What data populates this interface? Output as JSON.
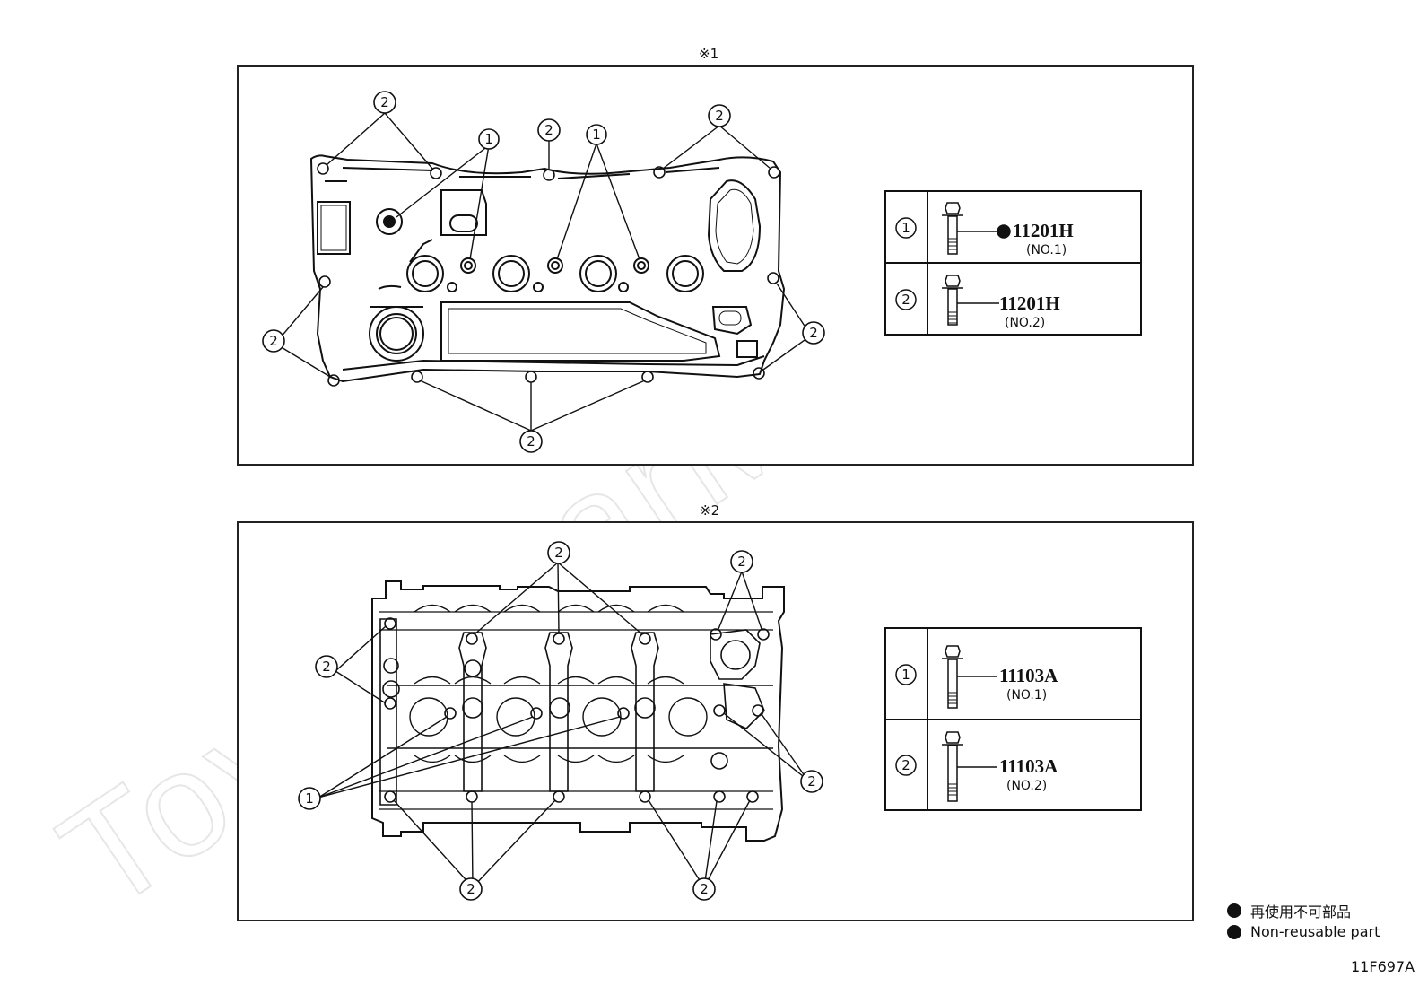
{
  "panels": [
    {
      "mark": "※1",
      "rows": [
        {
          "num": "1",
          "code": "11201H",
          "sub": "(NO.1)",
          "non_reusable": true
        },
        {
          "num": "2",
          "code": "11201H",
          "sub": "(NO.2)",
          "non_reusable": false
        }
      ]
    },
    {
      "mark": "※2",
      "rows": [
        {
          "num": "1",
          "code": "11103A",
          "sub": "(NO.1)",
          "non_reusable": false
        },
        {
          "num": "2",
          "code": "11103A",
          "sub": "(NO.2)",
          "non_reusable": false
        }
      ]
    }
  ],
  "callout_labels": {
    "one": "1",
    "two": "2"
  },
  "legend": {
    "jp": "再使用不可部品",
    "en": "Non-reusable part"
  },
  "figure_id": "11F697A",
  "watermark": "ToyotaCarMine.ru"
}
